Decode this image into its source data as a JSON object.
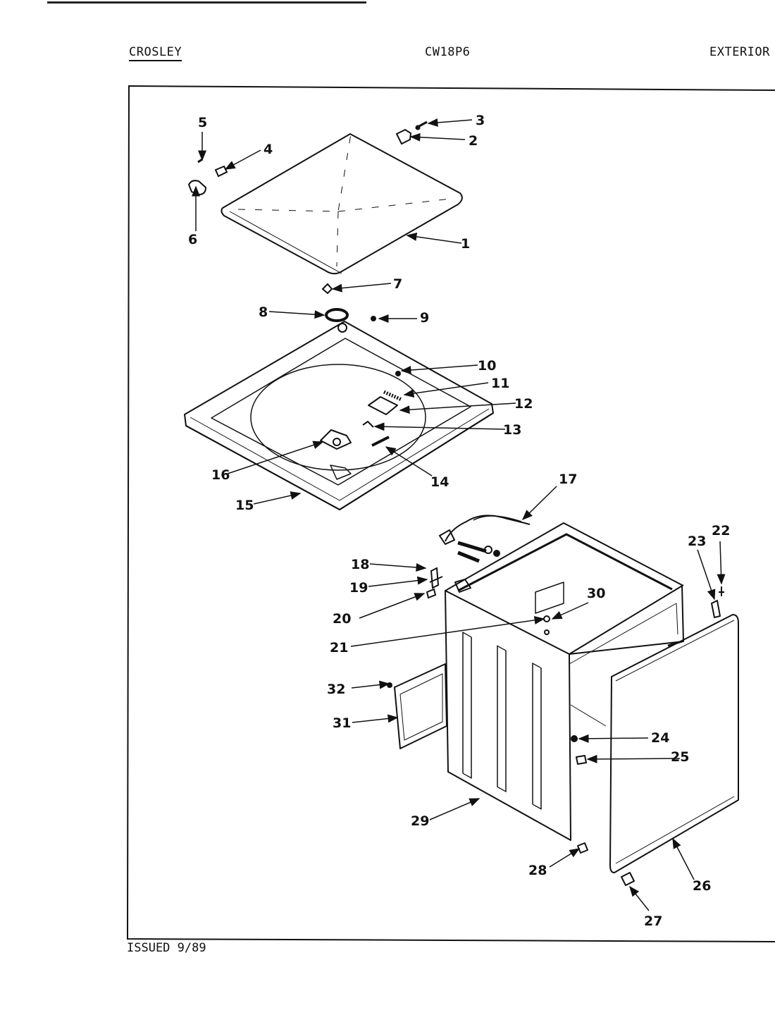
{
  "header": {
    "brand": "CROSLEY",
    "model": "CW18P6",
    "section": "EXTERIOR"
  },
  "footer": {
    "issued": "ISSUED 9/89"
  },
  "callouts": [
    "1",
    "2",
    "3",
    "4",
    "5",
    "6",
    "7",
    "8",
    "9",
    "10",
    "11",
    "12",
    "13",
    "14",
    "15",
    "16",
    "17",
    "18",
    "19",
    "20",
    "21",
    "22",
    "23",
    "24",
    "25",
    "26",
    "27",
    "28",
    "29",
    "30",
    "31",
    "32"
  ]
}
